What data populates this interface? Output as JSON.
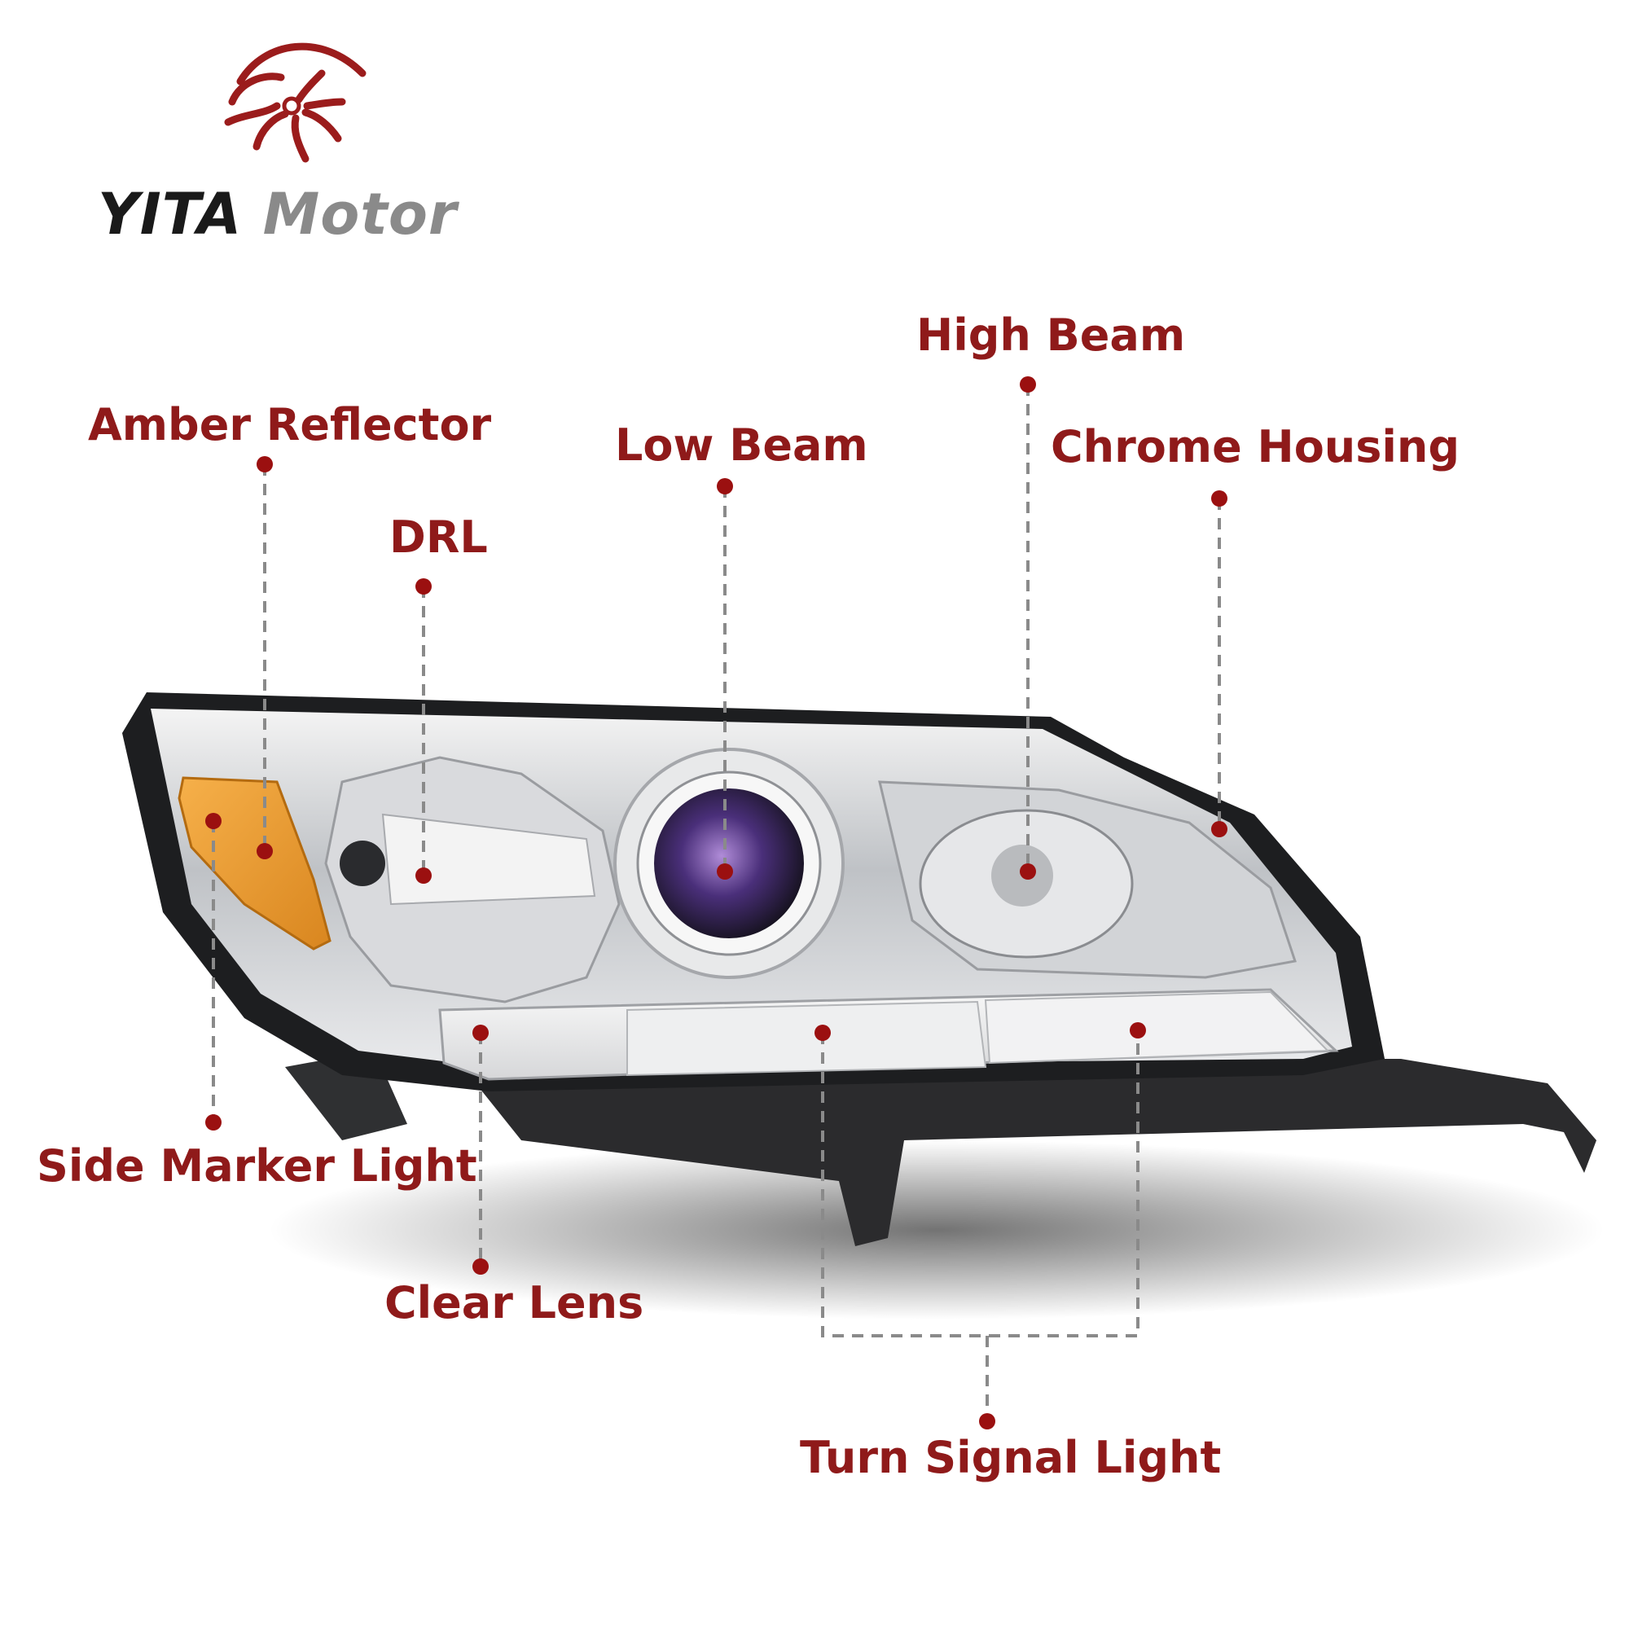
{
  "brand": {
    "name_part1": "YITA",
    "name_part2": "Motor",
    "logo_icon": "wheel-logo-icon",
    "colors": {
      "accent": "#9b1c1c",
      "dark": "#1a1a1a",
      "gray": "#8a8a8a"
    }
  },
  "product": {
    "image": "headlight-assembly",
    "callout_color": "#8f1a1a"
  },
  "callouts": {
    "amber_reflector": "Amber Reflector",
    "drl": "DRL",
    "low_beam": "Low Beam",
    "high_beam": "High Beam",
    "chrome_housing": "Chrome Housing",
    "side_marker_light": "Side Marker Light",
    "clear_lens": "Clear Lens",
    "turn_signal_light": "Turn Signal Light"
  }
}
